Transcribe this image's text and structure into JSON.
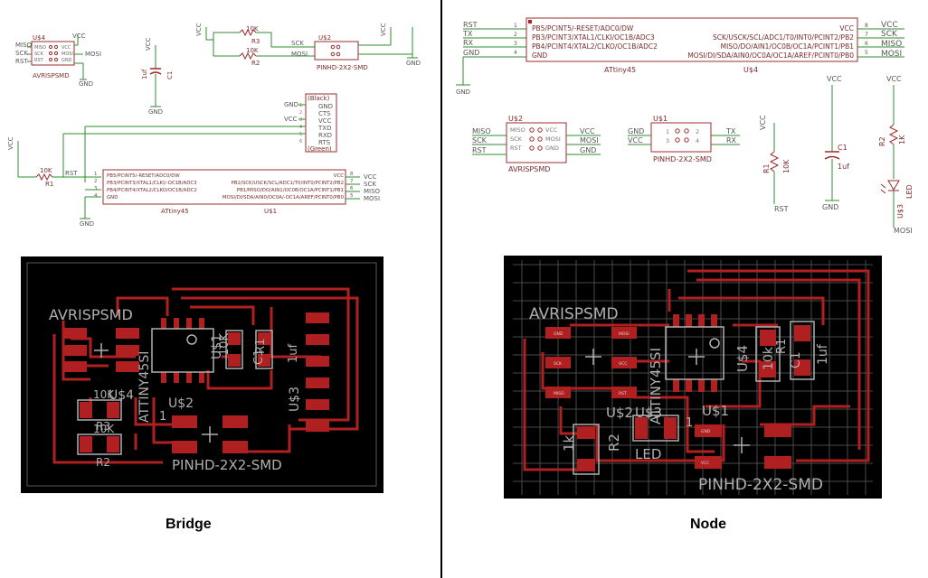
{
  "captions": {
    "bridge": "Bridge",
    "node": "Node"
  },
  "bridge_schematic": {
    "avrisp": {
      "ref": "U$4",
      "name": "AVRISPSMD",
      "nets": [
        "MISO",
        "SCK",
        "RST",
        "MOSI",
        "VCC",
        "GND"
      ],
      "pins": [
        "MISO",
        "SCK",
        "RST",
        "VCC",
        "MOSI",
        "GND"
      ]
    },
    "cap": {
      "ref": "C1",
      "value": "1uf",
      "vcc": "VCC",
      "gnd": "GND"
    },
    "resistors": [
      {
        "ref": "R3",
        "value": "10K"
      },
      {
        "ref": "R2",
        "value": "10K"
      }
    ],
    "pinhd": {
      "ref": "U$2",
      "name": "PINHD-2X2-SMD",
      "nets": [
        "SCK",
        "MOSI"
      ],
      "vcc": "VCC",
      "gnd": "GND"
    },
    "ftdi": {
      "header": "(Black)",
      "footer": "(Green)",
      "pins": [
        "GND",
        "CTS",
        "VCC",
        "TXD",
        "RXD",
        "RTS"
      ],
      "nets": [
        "GND",
        "VCC"
      ],
      "numbers": [
        "1",
        "2",
        "3",
        "4",
        "5",
        "6"
      ]
    },
    "reset": {
      "vcc": "VCC",
      "value": "10K",
      "ref": "R1",
      "net": "RST",
      "gnd": "GND"
    },
    "attiny": {
      "name": "ATtiny45",
      "ref": "U$1",
      "left_pins": [
        "PB5/PCINT5/-RESET/ADC0/DW",
        "PB3/PCINT3/XTAL1/CLKI/-OC1B/ADC3",
        "PB4/PCINT4/XTAL2/CLKO/OC1B/ADC2",
        "GND"
      ],
      "right_pins": [
        "VCC",
        "PB2/SCK/USCK/SCL/ADC1/T0/INT0/PCINT2/PB2",
        "PB1/MISO/DO/AIN1/OC0B/OC1A/PCINT1/PB1",
        "MOSI/DI/SDA/AIN0/OC0A/-OC1A/AREF/PCINT0/PB0"
      ],
      "left_nums": [
        "1",
        "2",
        "3",
        "4"
      ],
      "right_nums": [
        "8",
        "7",
        "6",
        "5"
      ],
      "right_nets": [
        "VCC",
        "SCK",
        "MISO",
        "MOSI"
      ]
    }
  },
  "node_schematic": {
    "left_nets": [
      "RST",
      "TX",
      "RX",
      "GND"
    ],
    "attiny": {
      "name": "ATtiny45",
      "ref": "U$4",
      "left_pins": [
        "PB5/PCINT5/-RESET/ADC0/DW",
        "PB3/PCINT3/XTAL1/CLKI/OC1B/ADC3",
        "PB4/PCINT4/XTAL2/CLKO/OC1B/ADC2",
        "GND"
      ],
      "right_pins": [
        "VCC",
        "SCK/USCK/SCL/ADC1/T0/INT0/PCINT2/PB2",
        "MISO/DO/AIN1/OC0B/OC1A/PCINT1/PB1",
        "MOSI/DI/SDA/AIN0/OC0A/OC1A/AREF/PCINT0/PB0"
      ],
      "left_nums": [
        "1",
        "2",
        "3",
        "4"
      ],
      "right_nums": [
        "8",
        "7",
        "6",
        "5"
      ],
      "right_nets": [
        "VCC",
        "SCK",
        "MISO",
        "MOSI"
      ]
    },
    "gnd_label": "GND",
    "avrisp": {
      "ref": "U$2",
      "name": "AVRISPSMD",
      "nets_left": [
        "MISO",
        "SCK",
        "RST"
      ],
      "nets_right": [
        "VCC",
        "MOSI",
        "GND"
      ],
      "pins_left": [
        "MISO",
        "SCK",
        "RST"
      ],
      "pins_right": [
        "VCC",
        "MOSI",
        "GND"
      ]
    },
    "pinhd": {
      "ref": "U$1",
      "name": "PINHD-2X2-SMD",
      "nets_left": [
        "GND",
        "VCC"
      ],
      "nets_right": [
        "TX",
        "RX"
      ],
      "nums": [
        "1",
        "2",
        "3",
        "4"
      ]
    },
    "r1": {
      "vcc": "VCC",
      "ref": "R1",
      "value": "10K",
      "net": "RST"
    },
    "c1": {
      "vcc": "VCC",
      "ref": "C1",
      "value": "1uf",
      "gnd": "GND"
    },
    "led": {
      "vcc": "VCC",
      "ref": "R2",
      "value": "1K",
      "led_ref": "U$3",
      "led_label": "LED",
      "net": "MOSI"
    }
  },
  "bridge_board": {
    "labels": {
      "avrisp": "AVRISPSMD",
      "attiny": "ATTINY45SI",
      "u2": "U$2",
      "u4": "U$4",
      "one": "1",
      "u1": "U$1",
      "k10": "10K",
      "r1": "R1",
      "c1": "C1",
      "uf": "1uf",
      "u3": "U$3",
      "r3_val": "10K",
      "r3": "R3",
      "r2_val": "10K",
      "r2": "R2",
      "pinhd": "PINHD-2X2-SMD"
    }
  },
  "node_board": {
    "labels": {
      "avrisp": "AVRISPSMD",
      "attiny": "ATTINY45SI",
      "u4": "U$4",
      "u2": "U$2",
      "u3": "U$3",
      "u1": "U$1",
      "one": "1",
      "k1": "1k",
      "r2": "R2",
      "led": "LED",
      "k10": "10k",
      "c1": "C1",
      "uf": "1uf",
      "r1": "R1",
      "pinhd": "PINHD-2X2-SMD"
    },
    "pad_labels": [
      "GND",
      "MOSI",
      "SCK",
      "VCC",
      "MISO",
      "RST",
      "GND",
      "VCC"
    ]
  },
  "colors": {
    "schematic_wire": "#2e8b2e",
    "schematic_part": "#9b2b2b",
    "schematic_net": "#6a6a6a",
    "board_bg": "#000000",
    "trace": "#b02020",
    "pad": "#b02020",
    "silk": "#b0b0b0"
  }
}
